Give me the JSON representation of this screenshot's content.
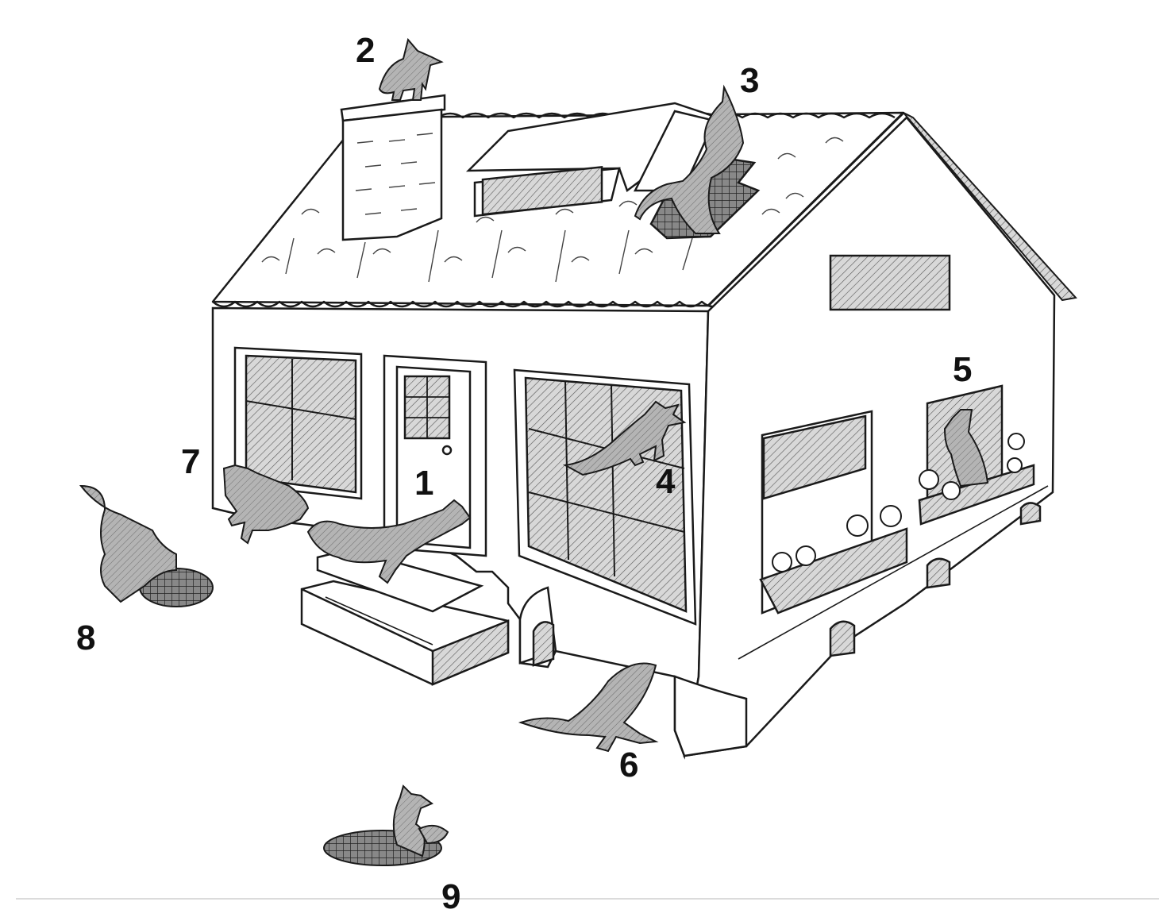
{
  "labels": [
    "1",
    "2",
    "3",
    "4",
    "5",
    "6",
    "7",
    "8",
    "9"
  ],
  "colors": {
    "ink": "#1a1a1a",
    "fur": "#9a9a9a",
    "shade": "#cfcfcf",
    "paper": "#ffffff"
  }
}
